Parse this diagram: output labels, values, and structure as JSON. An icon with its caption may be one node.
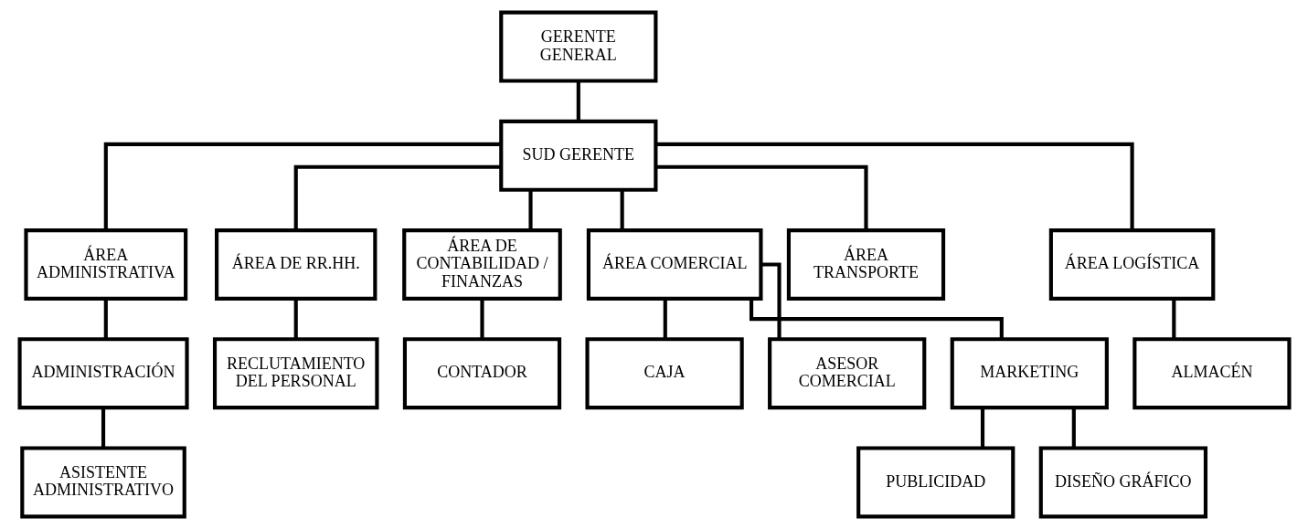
{
  "diagram": {
    "nodes": [
      {
        "text": [
          "GERENTE GENERAL"
        ]
      },
      {
        "text": [
          "SUD GERENTE"
        ]
      },
      {
        "text": [
          "ÁREA ADMINISTRATIVA"
        ]
      },
      {
        "text": [
          "ÁREA DE RR.HH."
        ]
      },
      {
        "text": [
          "ÁREA DE CONTABILIDAD / FINANZAS"
        ]
      },
      {
        "text": [
          "ÁREA COMERCIAL"
        ]
      },
      {
        "text": [
          "ÁREA TRANSPORTE"
        ]
      },
      {
        "text": [
          "ÁREA LOGÍSTICA"
        ]
      },
      {
        "text": [
          "ADMINISTRACIÓN"
        ]
      },
      {
        "text": [
          "RECLUTAMIENTO DEL PERSONAL"
        ]
      },
      {
        "text": [
          "CONTADOR"
        ]
      },
      {
        "text": [
          "CAJA"
        ]
      },
      {
        "text": [
          "ASESOR COMERCIAL"
        ]
      },
      {
        "text": [
          "MARKETING"
        ]
      },
      {
        "text": [
          "ALMACÉN"
        ]
      },
      {
        "text": [
          "ASISTENTE ADMINISTRATIVO"
        ]
      },
      {
        "text": [
          "PUBLICIDAD"
        ]
      },
      {
        "text": [
          "DISEÑO GRÁFICO"
        ]
      }
    ],
    "edges": [
      {
        "from": 0,
        "to": 1,
        "arrow": "none"
      },
      {
        "from": 1,
        "to": 2,
        "arrow": "none"
      },
      {
        "from": 1,
        "to": 3,
        "arrow": "none"
      },
      {
        "from": 1,
        "to": 4,
        "arrow": "none"
      },
      {
        "from": 1,
        "to": 5,
        "arrow": "none"
      },
      {
        "from": 1,
        "to": 6,
        "arrow": "none"
      },
      {
        "from": 1,
        "to": 7,
        "arrow": "none"
      },
      {
        "from": 2,
        "to": 8,
        "arrow": "none"
      },
      {
        "from": 3,
        "to": 9,
        "arrow": "none"
      },
      {
        "from": 4,
        "to": 10,
        "arrow": "none"
      },
      {
        "from": 5,
        "to": 11,
        "arrow": "none"
      },
      {
        "from": 5,
        "to": 12,
        "arrow": "none"
      },
      {
        "from": 5,
        "to": 13,
        "arrow": "none"
      },
      {
        "from": 7,
        "to": 14,
        "arrow": "none"
      },
      {
        "from": 8,
        "to": 15,
        "arrow": "none"
      },
      {
        "from": 13,
        "to": 16,
        "arrow": "none"
      },
      {
        "from": 13,
        "to": 17,
        "arrow": "none"
      }
    ]
  }
}
